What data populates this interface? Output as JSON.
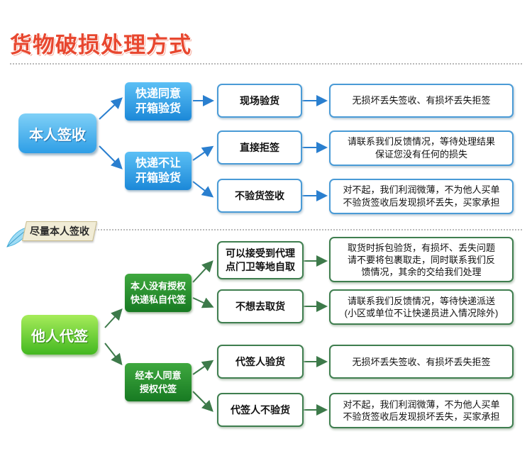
{
  "title": "货物破损处理方式",
  "self": {
    "label": "本人签收",
    "branches": [
      {
        "label": "快递同意\n开箱验货",
        "steps": [
          {
            "label": "现场验货",
            "result": "无损坏丢失签收、有损坏丢失拒签"
          }
        ]
      },
      {
        "label": "快递不让\n开箱验货",
        "steps": [
          {
            "label": "直接拒签",
            "result": "请联系我们反馈情况，等待处理结果\n保证您没有任何的损失"
          },
          {
            "label": "不验货签收",
            "result": "对不起，我们利润微薄，不为他人买单\n不验货签收后发现损坏丢失，买家承担"
          }
        ]
      }
    ]
  },
  "badge": {
    "label": "尽量本人签收"
  },
  "proxy": {
    "label": "他人代签",
    "branches": [
      {
        "label": "本人没有授权\n快递私自代签",
        "steps": [
          {
            "label": "可以接受到代理\n点门卫等地自取",
            "result": "取货时拆包验货，有损坏、丢失问题\n请不要将包裹取走，同时联系我们反\n馈情况，其余的交给我们处理"
          },
          {
            "label": "不想去取货",
            "result": "请联系我们反馈情况，等待快递派送\n(小区或单位不让快递员进入情况除外)"
          }
        ]
      },
      {
        "label": "经本人同意\n授权代签",
        "steps": [
          {
            "label": "代签人验货",
            "result": "无损坏丢失签收、有损坏丢失拒签"
          },
          {
            "label": "代签人不验货",
            "result": "对不起，我们利润微薄，不为他人买单\n不验货签收后发现损坏丢失，买家承担"
          }
        ]
      }
    ]
  },
  "colors": {
    "title": "#e8472f",
    "blue": "#2e9ee6",
    "green": "#43b820",
    "dark_green": "#177a22",
    "arrow_blue": "#2a7fcf",
    "arrow_green": "#3d7a4a"
  },
  "icons": {
    "badge": "feather-icon"
  }
}
